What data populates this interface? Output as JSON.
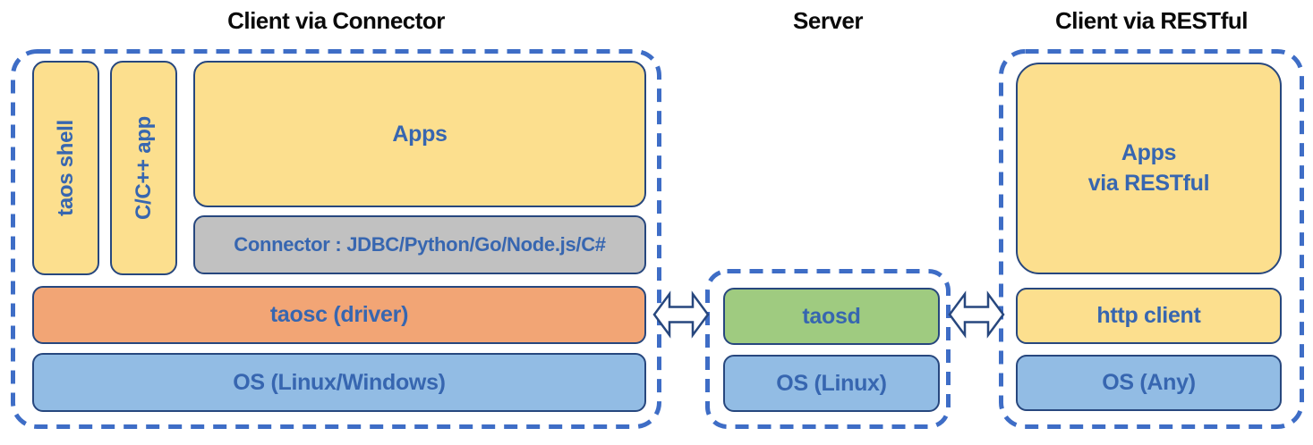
{
  "colors": {
    "yellow": "#FCDF8E",
    "orange": "#F2A575",
    "blue": "#92BCE4",
    "green": "#9FCB80",
    "gray": "#C1C1C1",
    "box_border": "#27477E",
    "dash_border": "#3E6DC6",
    "label_text": "#3766B0",
    "title_text": "#0A0A0A",
    "arrow_fill": "#FFFFFF"
  },
  "client_connector": {
    "title": "Client via Connector",
    "taos_shell_label": "taos shell",
    "cpp_app_label": "C/C++ app",
    "apps_label": "Apps",
    "connector_label": "Connector : JDBC/Python/Go/Node.js/C#",
    "taosc_label": "taosc (driver)",
    "os_label": "OS (Linux/Windows)"
  },
  "server": {
    "title": "Server",
    "taosd_label": "taosd",
    "os_label": "OS (Linux)"
  },
  "client_restful": {
    "title": "Client via RESTful",
    "apps_label_line1": "Apps",
    "apps_label_line2": "via RESTful",
    "http_client_label": "http client",
    "os_label": "OS (Any)"
  }
}
